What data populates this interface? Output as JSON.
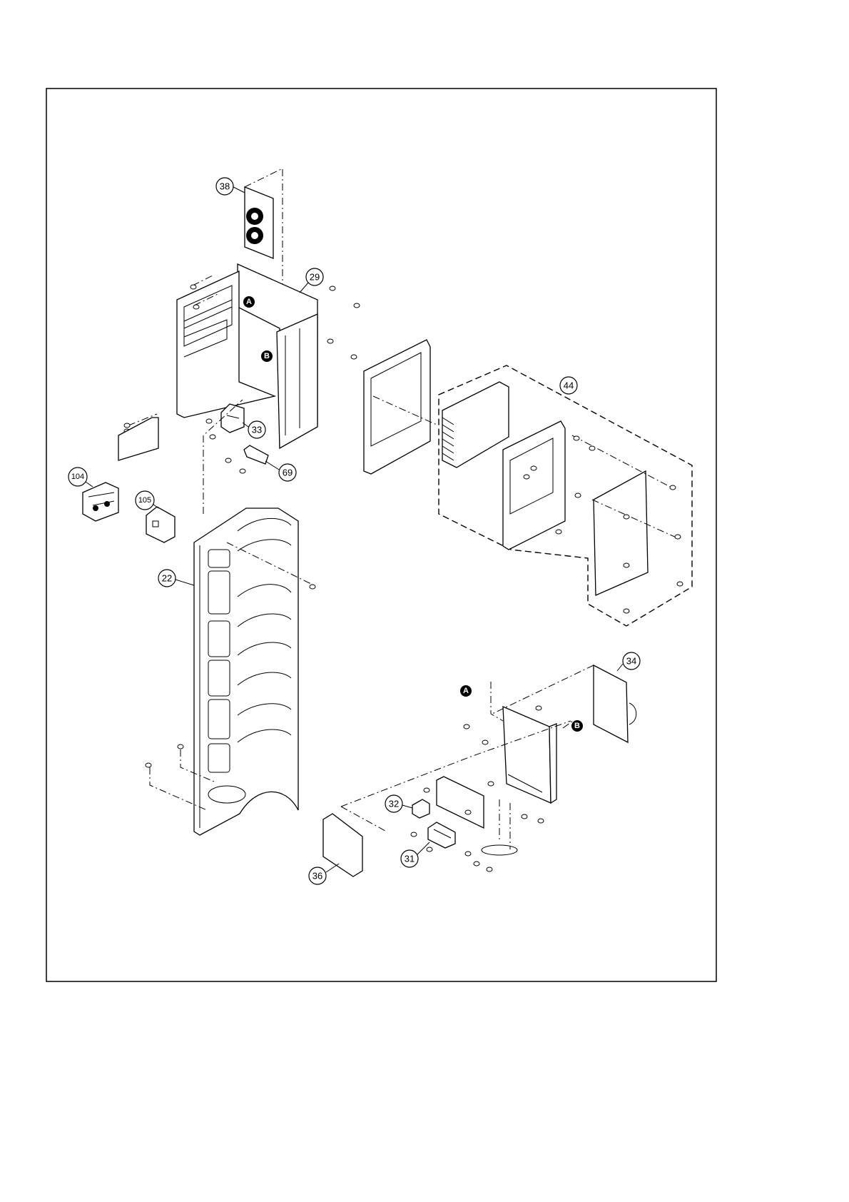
{
  "diagram": {
    "callouts": [
      {
        "id": "38",
        "label": "38"
      },
      {
        "id": "29",
        "label": "29"
      },
      {
        "id": "44",
        "label": "44"
      },
      {
        "id": "33",
        "label": "33"
      },
      {
        "id": "69",
        "label": "69"
      },
      {
        "id": "104",
        "label": "104"
      },
      {
        "id": "105",
        "label": "105"
      },
      {
        "id": "22",
        "label": "22"
      },
      {
        "id": "34",
        "label": "34"
      },
      {
        "id": "32",
        "label": "32"
      },
      {
        "id": "31",
        "label": "31"
      },
      {
        "id": "36",
        "label": "36"
      }
    ],
    "references": [
      {
        "id": "A",
        "label": "A"
      },
      {
        "id": "B",
        "label": "B"
      }
    ]
  }
}
